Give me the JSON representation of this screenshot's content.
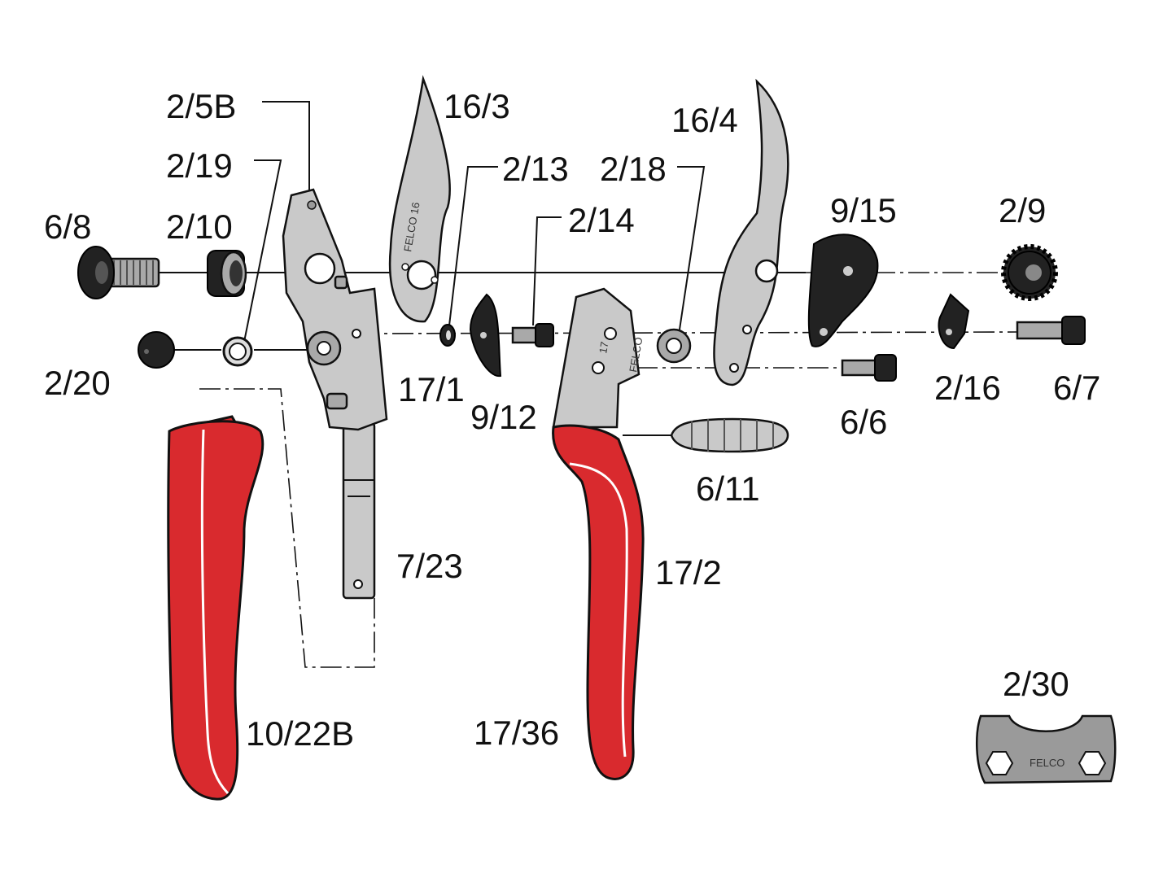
{
  "diagram": {
    "parts": {
      "p2_5B": "2/5B",
      "p16_3": "16/3",
      "p16_4": "16/4",
      "p2_19": "2/19",
      "p2_13": "2/13",
      "p2_18": "2/18",
      "p9_15": "9/15",
      "p2_9": "2/9",
      "p6_8": "6/8",
      "p2_10": "2/10",
      "p2_14": "2/14",
      "p2_20": "2/20",
      "p17_1": "17/1",
      "p9_12": "9/12",
      "p2_16": "2/16",
      "p6_7": "6/7",
      "p6_6": "6/6",
      "p6_11": "6/11",
      "p7_23": "7/23",
      "p17_2": "17/2",
      "p10_22B": "10/22B",
      "p17_36": "17/36",
      "p2_30": "2/30"
    },
    "engravings": {
      "blade": "FELCO 16",
      "handle_number": "17",
      "handle_brand": "FELCO",
      "tool_brand": "FELCO"
    },
    "colors": {
      "handle_red": "#d92a2e",
      "metal": "#c9c9c9",
      "dark_part": "#222222"
    }
  }
}
